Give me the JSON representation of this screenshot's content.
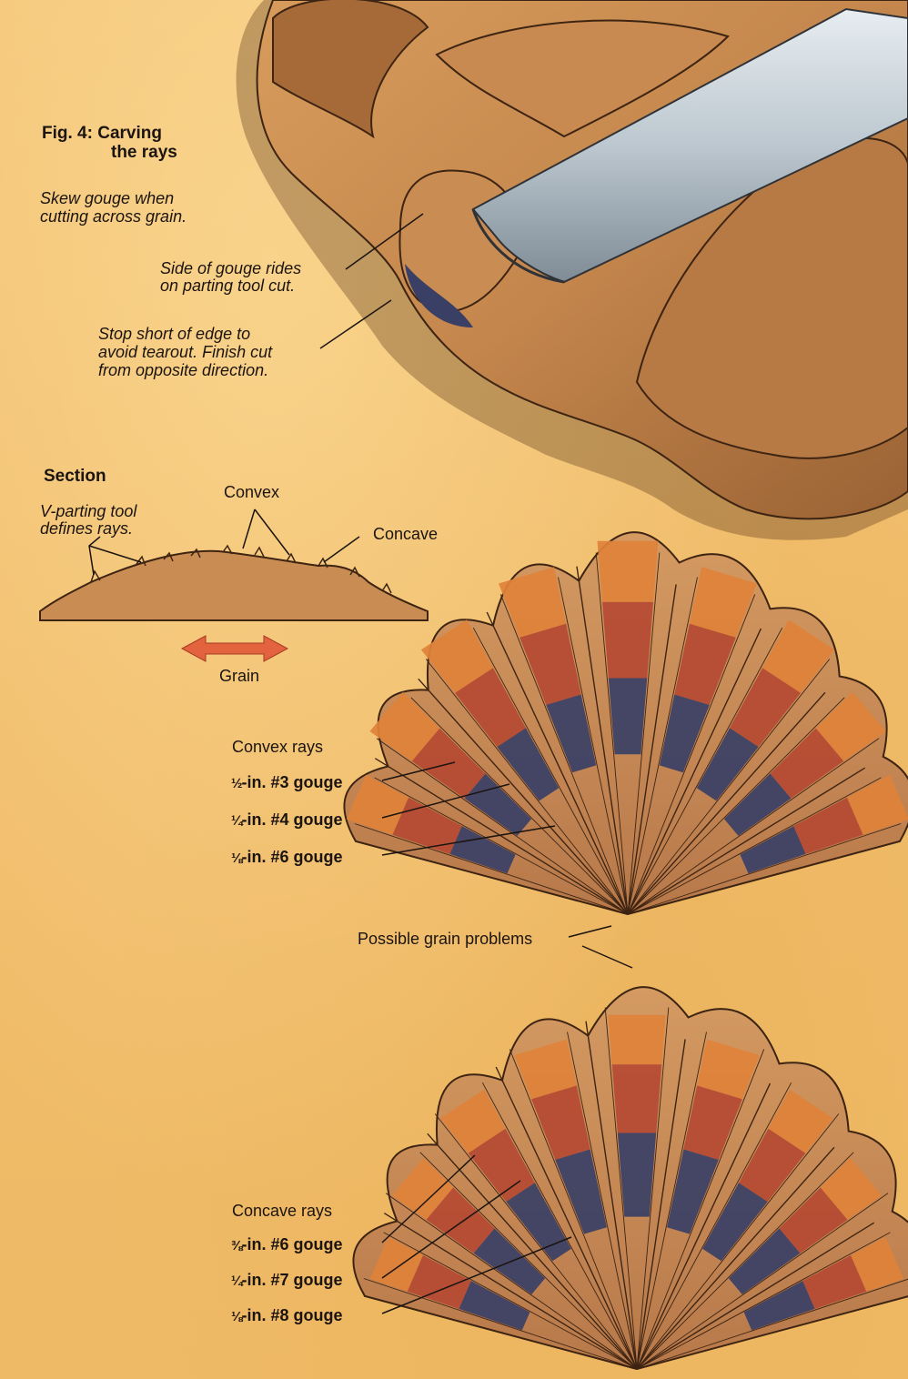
{
  "figure": {
    "title_line1": "Fig. 4: Carving",
    "title_line2": "the rays"
  },
  "callouts": {
    "skew_line1": "Skew gouge when",
    "skew_line2": "cutting across grain.",
    "side_line1": "Side of gouge rides",
    "side_line2": "on parting tool cut.",
    "stop_line1": "Stop short of edge to",
    "stop_line2": "avoid tearout. Finish cut",
    "stop_line3": "from opposite direction."
  },
  "section": {
    "heading": "Section",
    "vparting_line1": "V-parting tool",
    "vparting_line2": "defines rays.",
    "convex": "Convex",
    "concave": "Concave",
    "grain": "Grain"
  },
  "convex_rays": {
    "heading": "Convex rays",
    "items": [
      {
        "frac": "½",
        "text": "-in. #3 gouge"
      },
      {
        "frac": "¼",
        "text": "-in. #4 gouge"
      },
      {
        "frac": "⅛",
        "text": "-in. #6 gouge"
      }
    ]
  },
  "grain_problems": "Possible grain problems",
  "concave_rays": {
    "heading": "Concave rays",
    "items": [
      {
        "frac": "⅜",
        "text": "-in. #6 gouge"
      },
      {
        "frac": "¼",
        "text": "-in. #7 gouge"
      },
      {
        "frac": "⅛",
        "text": "-in. #8 gouge"
      }
    ]
  },
  "colors": {
    "wood": "#c98c52",
    "wood_dark": "#7a4a24",
    "ray_orange": "#e0823a",
    "ray_red": "#b54a33",
    "ray_blue": "#3a3f66",
    "steel": "#c9d3da",
    "grain_arrow": "#e4633f"
  }
}
